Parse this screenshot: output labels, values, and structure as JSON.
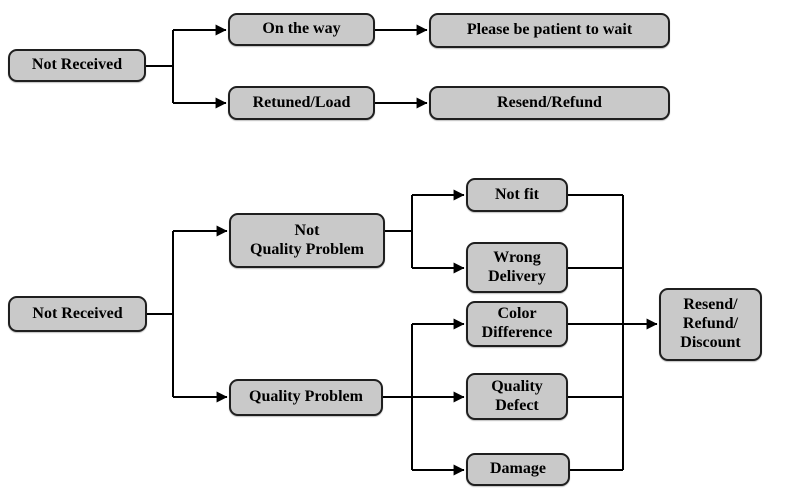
{
  "styles": {
    "node_fill": "#c9c9c9",
    "node_border": "#1f1f1f",
    "connector": "#000000",
    "text": "#000000",
    "page_bg": "#ffffff"
  },
  "top_chart": {
    "root": "Not Received",
    "on_the_way": "On the way",
    "please_wait": "Please be patient to wait",
    "retuned_load": "Retuned/Load",
    "resend_refund": "Resend/Refund"
  },
  "bottom_chart": {
    "root": "Not Received",
    "not_quality_problem": "Not\nQuality Problem",
    "quality_problem": "Quality Problem",
    "not_fit": "Not fit",
    "wrong_delivery": "Wrong\nDelivery",
    "color_difference": "Color\nDifference",
    "quality_defect": "Quality\nDefect",
    "damage": "Damage",
    "outcome": "Resend/\nRefund/\nDiscount"
  }
}
